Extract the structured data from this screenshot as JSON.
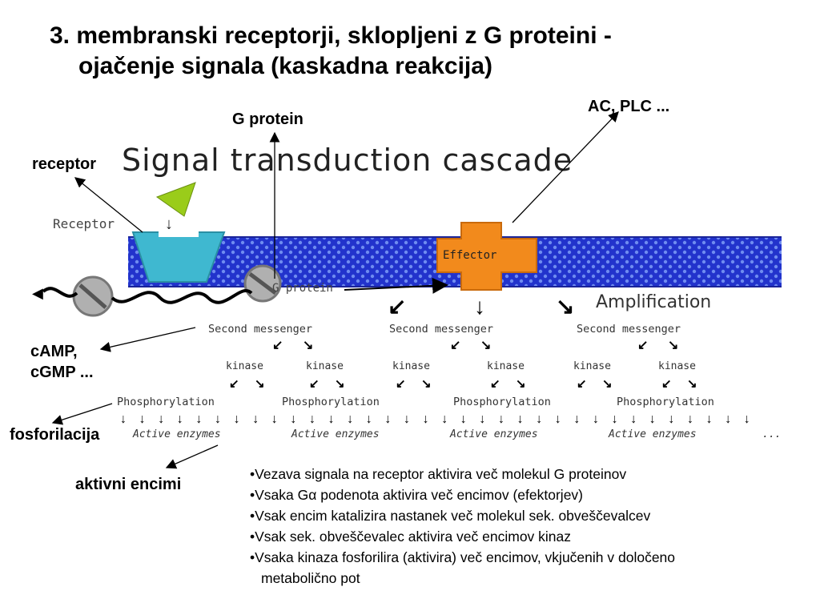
{
  "slide": {
    "title_line1": "3. membranski receptorji, sklopljeni z G proteini  -",
    "title_line2": "ojačenje signala (kaskadna reakcija)"
  },
  "labels": {
    "receptor": "receptor",
    "g_protein": "G protein",
    "ac_plc": "AC, PLC ...",
    "camp_line1": "cAMP,",
    "camp_line2": "cGMP ...",
    "fosforilacija": "fosforilacija",
    "aktivni_encimi": "aktivni encimi"
  },
  "figure": {
    "heading": "Signal transduction cascade",
    "receptor": "Receptor",
    "effector": "Effector",
    "g_protein": "G protein",
    "amplification": "Amplification",
    "second_messenger": "Second messenger",
    "kinase": "kinase",
    "phosphorylation": "Phosphorylation",
    "active_enzymes": "Active enzymes",
    "ellipsis": "..."
  },
  "colors": {
    "membrane": "#2233cc",
    "receptor": "#3fb8d0",
    "effector": "#f28a1c",
    "ligand": "#9acc1a"
  },
  "bullets": [
    "•Vezava signala na receptor aktivira več molekul G proteinov",
    "•Vsaka Gα podenota aktivira več encimov (efektorjev)",
    "•Vsak encim katalizira nastanek več molekul sek. obveščevalcev",
    "•Vsak sek. obveščevalec aktivira več encimov kinaz",
    "•Vsaka kinaza fosforilira (aktivira) več encimov, vkjučenih v določeno",
    "metabolično pot"
  ]
}
